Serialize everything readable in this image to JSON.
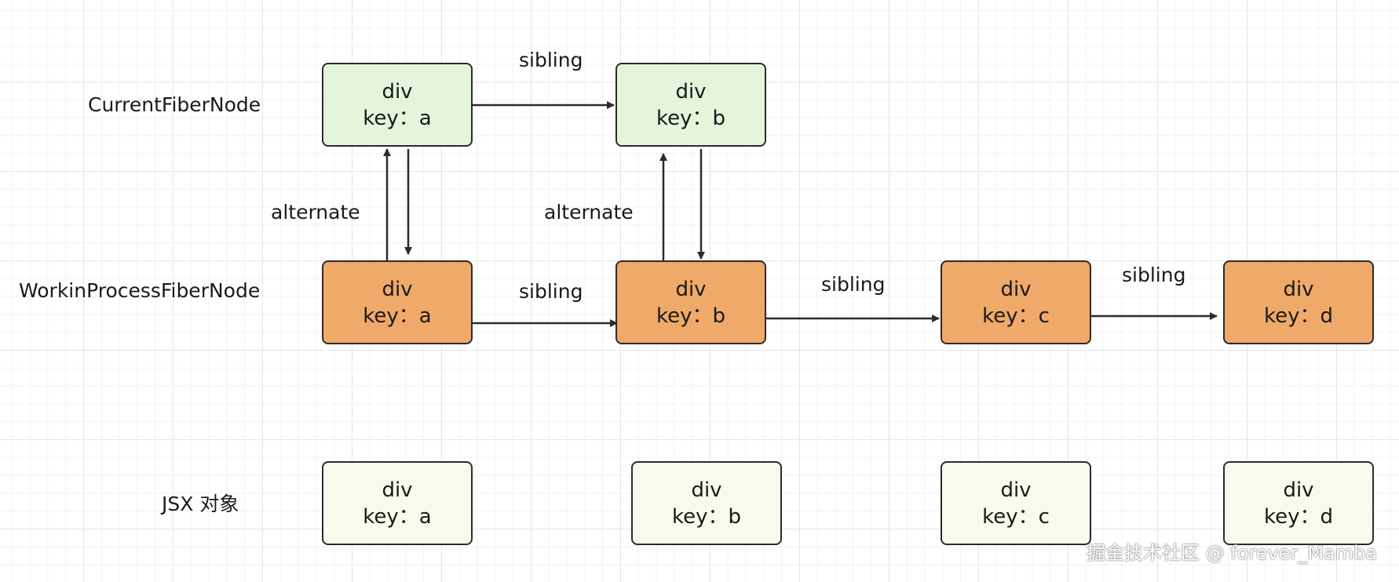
{
  "rows": {
    "current": "CurrentFiberNode",
    "wip": "WorkinProcessFiberNode",
    "jsx": "JSX 对象"
  },
  "nodes": {
    "current_a": {
      "tag": "div",
      "key": "key：a"
    },
    "current_b": {
      "tag": "div",
      "key": "key：b"
    },
    "wip_a": {
      "tag": "div",
      "key": "key：a"
    },
    "wip_b": {
      "tag": "div",
      "key": "key：b"
    },
    "wip_c": {
      "tag": "div",
      "key": "key：c"
    },
    "wip_d": {
      "tag": "div",
      "key": "key：d"
    },
    "jsx_a": {
      "tag": "div",
      "key": "key：a"
    },
    "jsx_b": {
      "tag": "div",
      "key": "key：b"
    },
    "jsx_c": {
      "tag": "div",
      "key": "key：c"
    },
    "jsx_d": {
      "tag": "div",
      "key": "key：d"
    }
  },
  "edges": {
    "sibling_current_ab": "sibling",
    "sibling_wip_ab": "sibling",
    "sibling_wip_bc": "sibling",
    "sibling_wip_cd": "sibling",
    "alternate_a": "alternate",
    "alternate_b": "alternate"
  },
  "colors": {
    "current_fill": "#e4f5dc",
    "wip_fill": "#efa968",
    "jsx_fill": "#fafaea",
    "stroke": "#2b2b2b"
  },
  "watermark": "掘金技术社区 @ forever_Mamba"
}
